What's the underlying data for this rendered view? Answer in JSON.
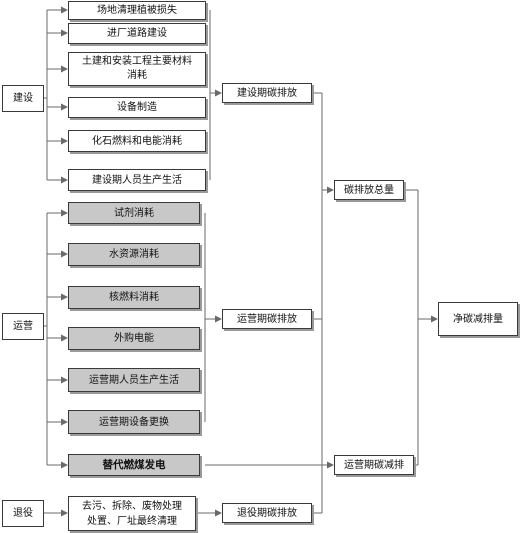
{
  "phases": {
    "construction": "建设",
    "operation": "运营",
    "decommissioning": "退役"
  },
  "construction_items": [
    "场地清理植被损失",
    "进厂道路建设",
    "土建和安装工程主要材料\n消耗",
    "设备制造",
    "化石燃料和电能消耗",
    "建设期人员生产生活"
  ],
  "operation_items": [
    "试剂消耗",
    "水资源消耗",
    "核燃料消耗",
    "外购电能",
    "运营期人员生产生活",
    "运营期设备更换"
  ],
  "replacement_item": "替代燃煤发电",
  "decommissioning_item": "去污、拆除、废物处理\n处置、厂址最终清理",
  "aggregates": {
    "construction_emission": "建设期碳排放",
    "operation_emission": "运营期碳排放",
    "decommissioning_emission": "退役期碳排放",
    "total_emission": "碳排放总量",
    "operation_reduction": "运营期碳减排",
    "net_reduction": "净碳减排量"
  },
  "colors": {
    "line": "#6a6a6a",
    "border": "#3a3a3a",
    "gray_fill": "#c8c8c8",
    "white_fill": "#ffffff"
  }
}
